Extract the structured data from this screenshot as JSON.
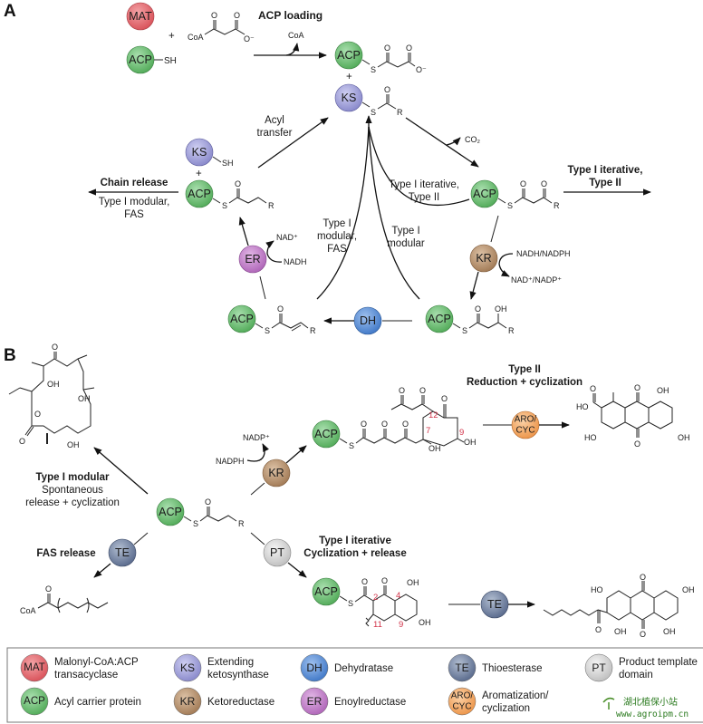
{
  "panels": {
    "a": "A",
    "b": "B"
  },
  "colors": {
    "MAT": "#e0656b",
    "ACP": "#6cbf72",
    "KS": "#9f9fdc",
    "DH": "#5b8fd6",
    "KR": "#b8916a",
    "ER": "#c17fc8",
    "TE": "#6e7f9c",
    "PT": "#d8d8d8",
    "ARO": "#f2a862",
    "locant": "#d2344a"
  },
  "enzymes": {
    "MAT": "MAT",
    "ACP": "ACP",
    "KS": "KS",
    "DH": "DH",
    "KR": "KR",
    "ER": "ER",
    "TE": "TE",
    "PT": "PT",
    "ARO1": "ARO/",
    "ARO2": "CYC"
  },
  "panel_a": {
    "acp_loading": "ACP loading",
    "plus": "+",
    "sh": "SH",
    "coa": "CoA",
    "coa_released": "CoA",
    "co2": "CO₂",
    "acyl_transfer_1": "Acyl",
    "acyl_transfer_2": "transfer",
    "chain_release": "Chain release",
    "chain_release_sub_1": "Type I modular,",
    "chain_release_sub_2": "FAS",
    "type1_iter_out_1": "Type I iterative,",
    "type1_iter_out_2": "Type II",
    "loop_iter_1": "Type I iterative,",
    "loop_iter_2": "Type II",
    "loop_mod_fas_1": "Type I",
    "loop_mod_fas_2": "modular,",
    "loop_mod_fas_3": "FAS",
    "loop_mod_1": "Type I",
    "loop_mod_2": "modular",
    "kr_cofactor_in": "NADH/NADPH",
    "kr_cofactor_out": "NAD⁺/NADP⁺",
    "er_cofactor_in": "NADH",
    "er_cofactor_out": "NAD⁺",
    "atoms": {
      "O": "O",
      "S": "S",
      "R": "R",
      "OH": "OH",
      "Ominus": "O⁻"
    }
  },
  "panel_b": {
    "type1_modular_title": "Type I modular",
    "type1_modular_sub_1": "Spontaneous",
    "type1_modular_sub_2": "release + cyclization",
    "fas_release": "FAS release",
    "type2_title_1": "Type II",
    "type2_title_2": "Reduction + cyclization",
    "type1_iter_title_1": "Type I iterative",
    "type1_iter_title_2": "Cyclization + release",
    "nadph": "NADPH",
    "nadp": "NADP⁺",
    "coa": "CoA",
    "locants_type2": [
      "12",
      "7",
      "9"
    ],
    "locants_type1": [
      "2",
      "4",
      "11",
      "9"
    ],
    "atoms": {
      "O": "O",
      "S": "S",
      "R": "R",
      "OH": "OH",
      "HO": "HO"
    }
  },
  "legend": [
    {
      "key": "MAT",
      "badge": "MAT",
      "line1": "Malonyl-CoA:ACP",
      "line2": "transacyclase"
    },
    {
      "key": "KS",
      "badge": "KS",
      "line1": "Extending",
      "line2": "ketosynthase"
    },
    {
      "key": "DH",
      "badge": "DH",
      "line1": "Dehydratase",
      "line2": ""
    },
    {
      "key": "TE",
      "badge": "TE",
      "line1": "Thioesterase",
      "line2": ""
    },
    {
      "key": "PT",
      "badge": "PT",
      "line1": "Product template",
      "line2": "domain"
    },
    {
      "key": "ACP",
      "badge": "ACP",
      "line1": "Acyl carrier protein",
      "line2": ""
    },
    {
      "key": "KR",
      "badge": "KR",
      "line1": "Ketoreductase",
      "line2": ""
    },
    {
      "key": "ER",
      "badge": "ER",
      "line1": "Enoylreductase",
      "line2": ""
    },
    {
      "key": "ARO",
      "badge": "ARO/",
      "badge2": "CYC",
      "line1": "Aromatization/",
      "line2": "cyclization"
    }
  ],
  "watermark": {
    "line1": "湖北植保小站",
    "line2": "www.agroipm.cn"
  }
}
